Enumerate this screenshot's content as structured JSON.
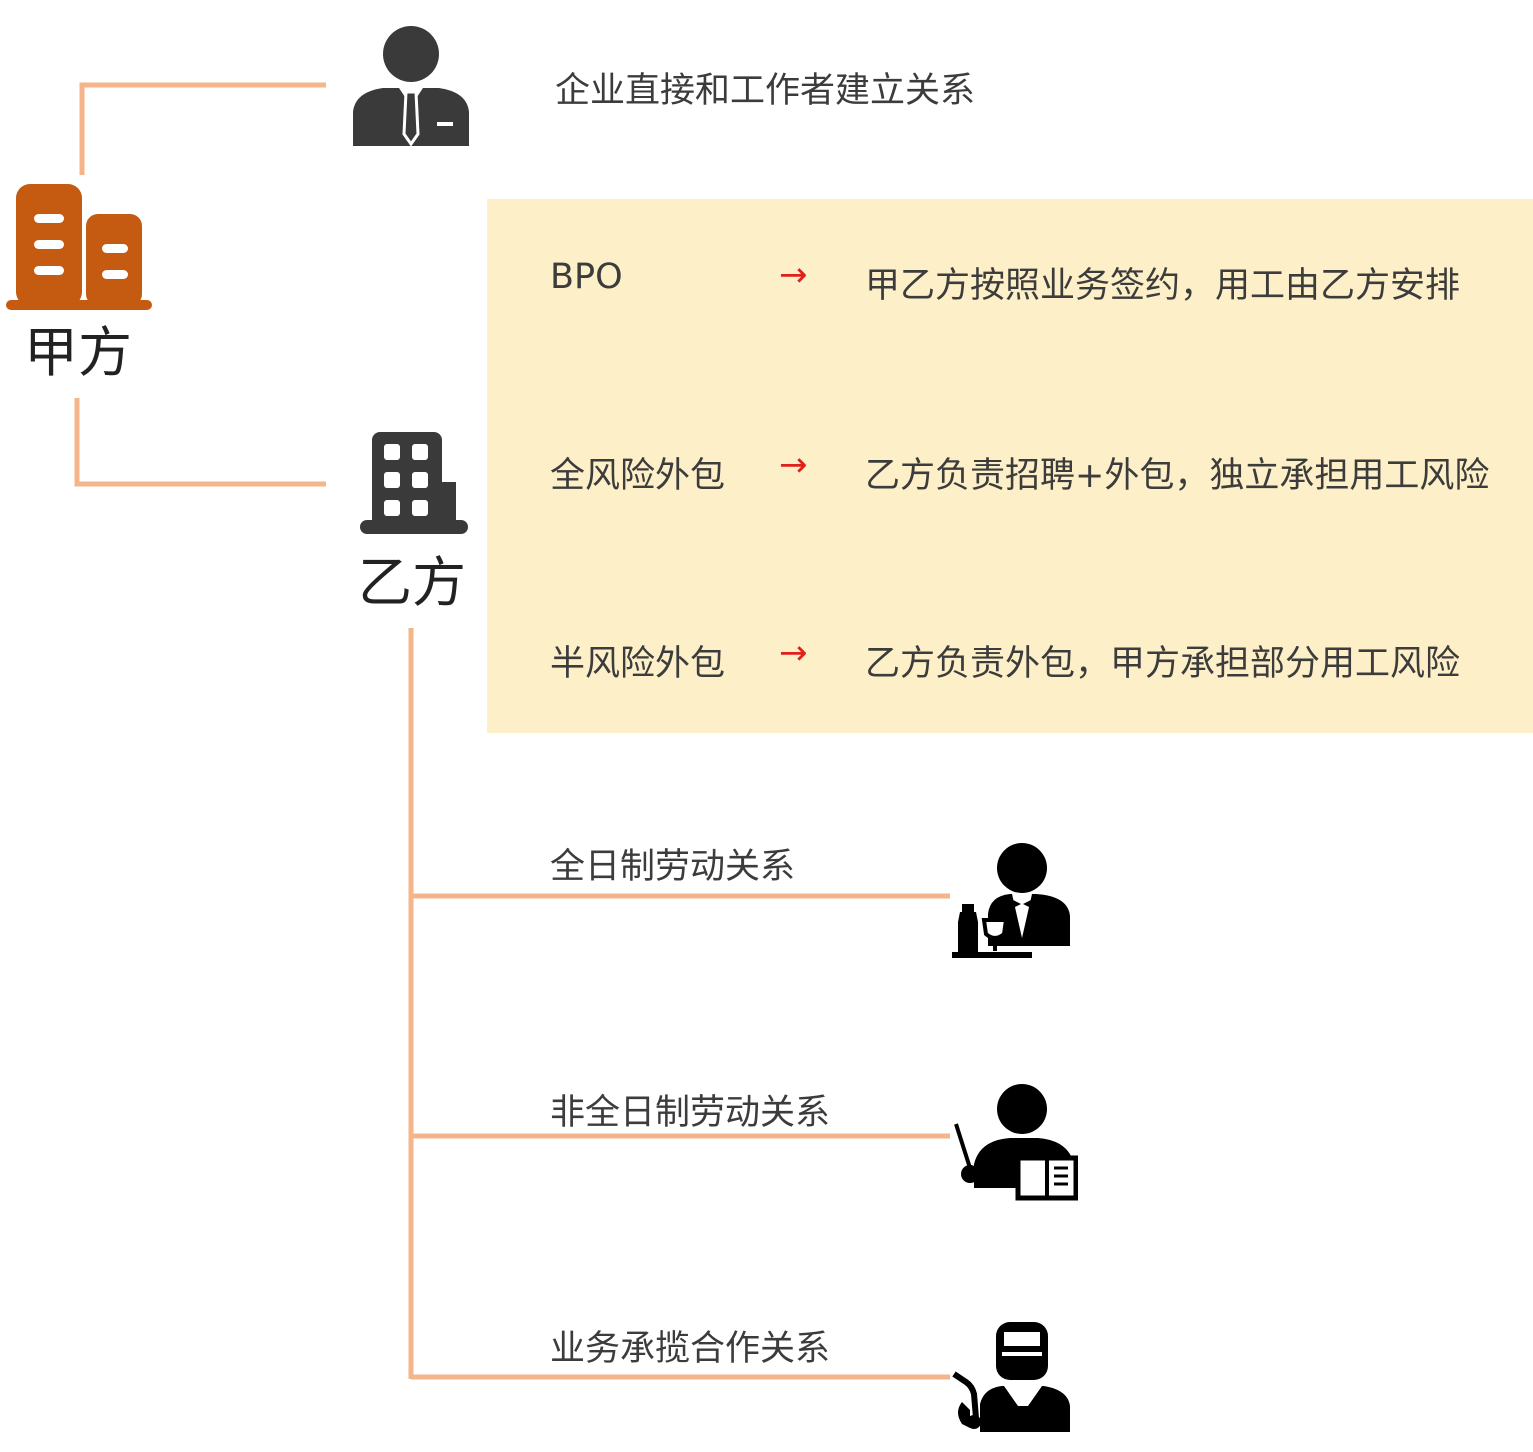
{
  "colors": {
    "connector": "#f4b58a",
    "party_a_icon": "#c55a11",
    "party_b_icon": "#3a3a3a",
    "panel_bg": "#fdefc7",
    "arrow": "#e0201a",
    "worker_icon": "#000000"
  },
  "party_a": {
    "label": "甲方",
    "icon": "office-buildings-icon"
  },
  "party_b": {
    "label": "乙方",
    "icon": "office-building-icon"
  },
  "direct": {
    "text": "企业直接和工作者建立关系",
    "icon": "businessman-icon"
  },
  "outsourcing": {
    "items": [
      {
        "name": "BPO",
        "arrow": "→",
        "desc": "甲乙方按照业务签约，用工由乙方安排"
      },
      {
        "name": "全风险外包",
        "arrow": "→",
        "desc": "乙方负责招聘+外包，独立承担用工风险"
      },
      {
        "name": "半风险外包",
        "arrow": "→",
        "desc": "乙方负责外包，甲方承担部分用工风险"
      }
    ]
  },
  "relations": {
    "items": [
      {
        "label": "全日制劳动关系",
        "icon": "waiter-icon"
      },
      {
        "label": "非全日制劳动关系",
        "icon": "teacher-icon"
      },
      {
        "label": "业务承揽合作关系",
        "icon": "welder-icon"
      }
    ]
  }
}
